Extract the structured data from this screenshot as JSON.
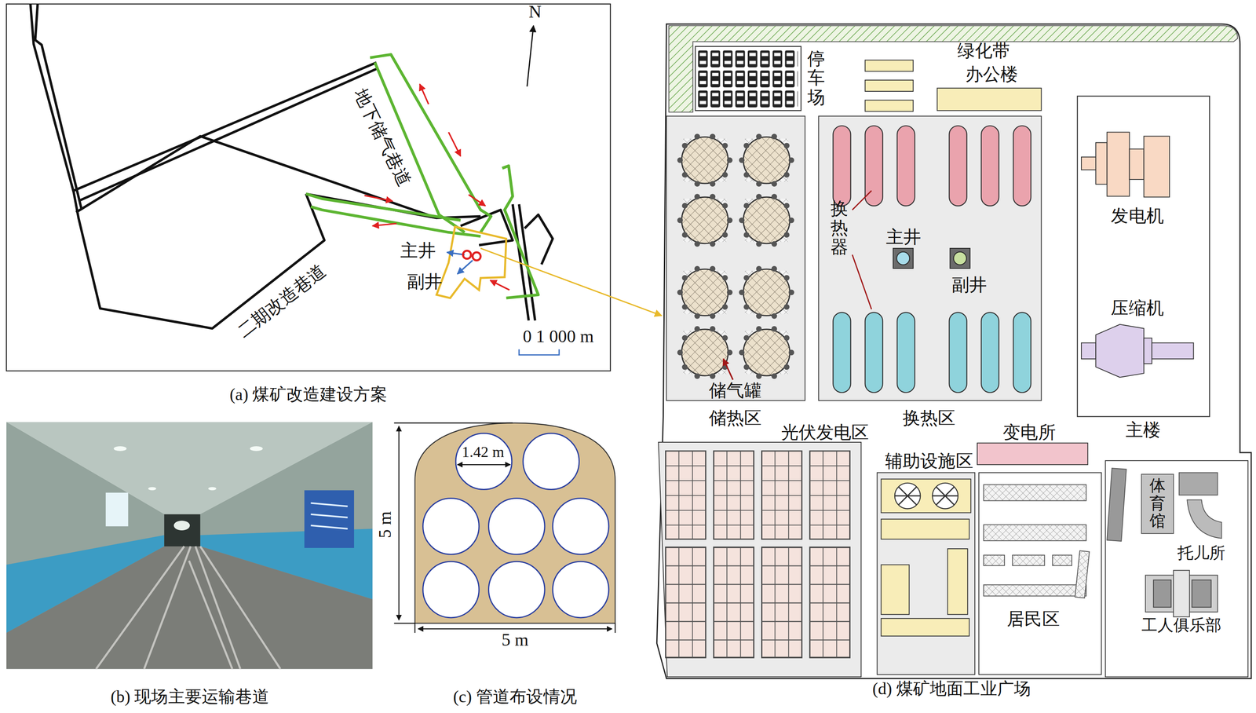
{
  "diagram": {
    "nodes": [
      {
        "text": [
          "绿化带"
        ]
      },
      {
        "text": [
          "停车场"
        ]
      },
      {
        "text": [
          "办公楼"
        ]
      },
      {
        "text": [
          "储热区"
        ]
      },
      {
        "text": [
          "换热区"
        ]
      },
      {
        "text": [
          "主井"
        ],
        "in": 4
      },
      {
        "text": [
          "副井"
        ],
        "in": 4
      },
      {
        "text": [
          "主楼"
        ]
      },
      {
        "text": [
          "光伏发电区"
        ]
      },
      {
        "text": [
          "变电所"
        ]
      },
      {
        "text": [
          "辅助设施区"
        ]
      },
      {
        "text": [
          "居民区"
        ]
      }
    ],
    "labels": [
      "N",
      "地下储气巷道",
      "主井",
      "副井",
      "二期改造巷道",
      "0 1 000 m",
      "(a) 煤矿改造建设方案",
      "(b) 现场主要运输巷道",
      "1.42 m",
      "5 m",
      "5 m",
      "(c) 管道布设情况",
      "换热器",
      "储气罐",
      "发电机",
      "压缩机",
      "体育馆",
      "托儿所",
      "工人俱乐部",
      "(d) 煤矿地面工业广场"
    ]
  }
}
